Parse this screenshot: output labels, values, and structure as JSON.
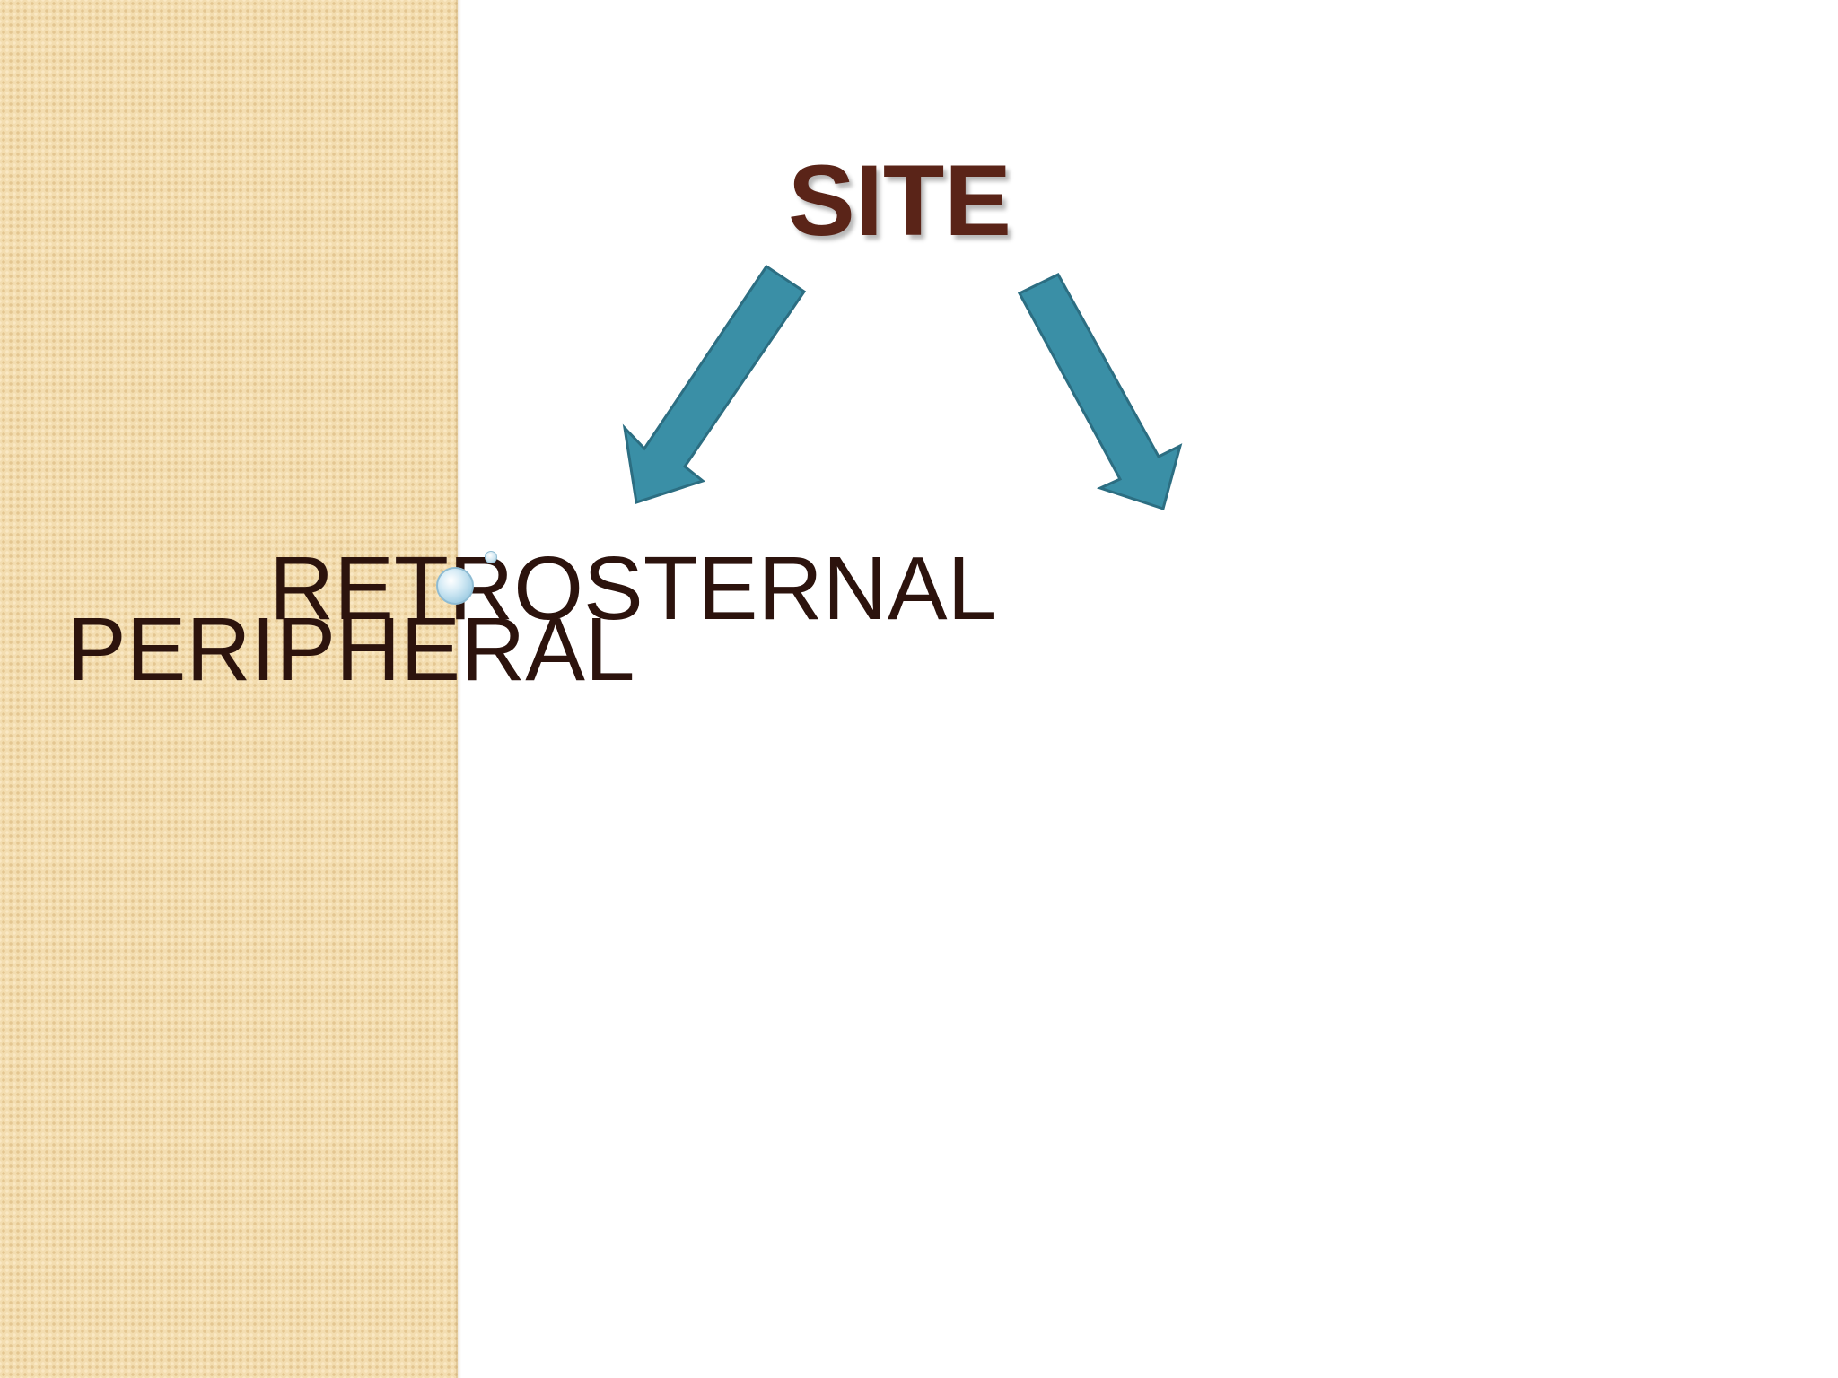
{
  "title": "SITE",
  "labels": {
    "retrosternal": "RETROSTERNAL",
    "peripheral": "PERIPHERAL"
  },
  "colors": {
    "side_panel": "#f3ddb0",
    "title_text": "#5a2418",
    "label_text": "#2c130d",
    "arrow_fill": "#3a8fa6",
    "arrow_stroke": "#2c6e82"
  },
  "icons": {
    "left_arrow": "arrow-down-left-icon",
    "right_arrow": "arrow-down-right-icon",
    "handle": "rotation-handle-icon"
  }
}
